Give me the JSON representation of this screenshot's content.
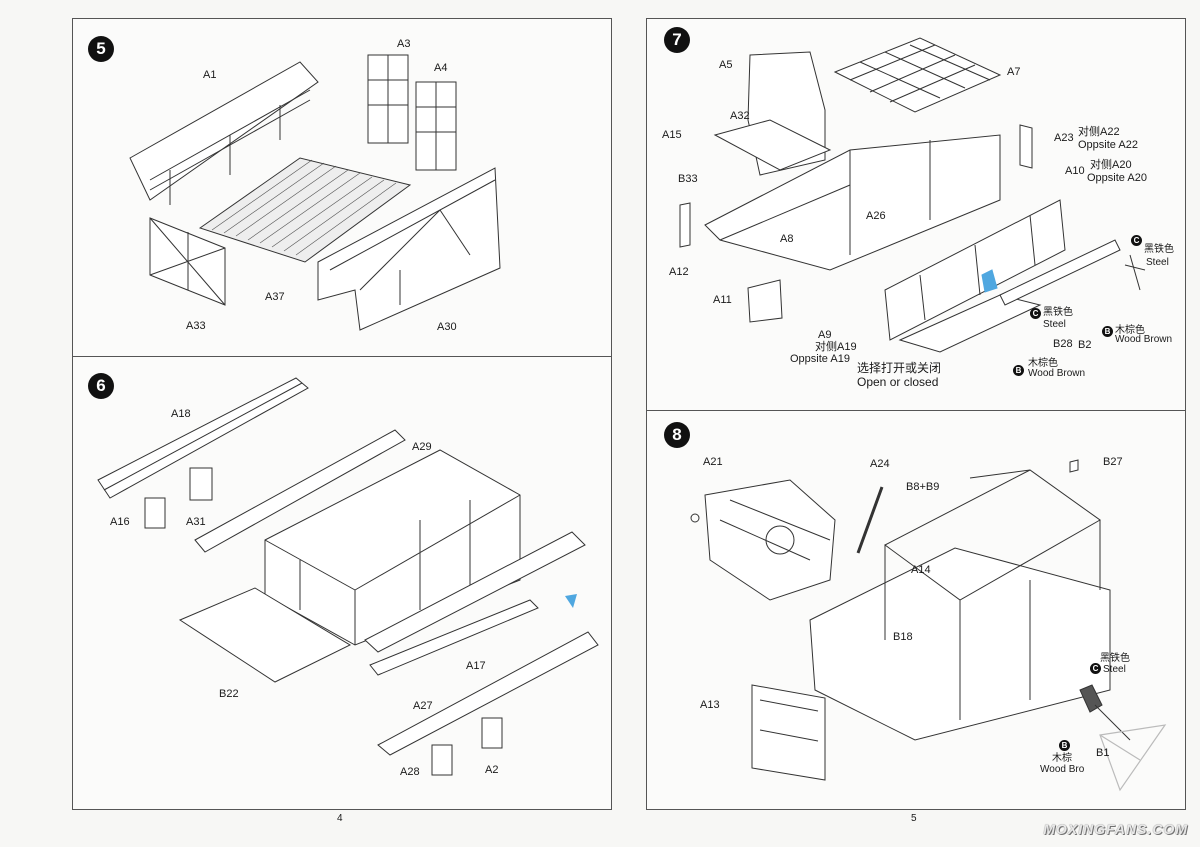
{
  "pages": {
    "left": "4",
    "right": "5"
  },
  "watermark": "MOXINGFANS.COM",
  "step5": {
    "num": "5",
    "labels": {
      "a1": "A1",
      "a3": "A3",
      "a4": "A4",
      "a33": "A33",
      "a37": "A37",
      "a30": "A30"
    }
  },
  "step6": {
    "num": "6",
    "labels": {
      "a18": "A18",
      "a16": "A16",
      "a31": "A31",
      "a29": "A29",
      "b22": "B22",
      "a17": "A17",
      "a27": "A27",
      "a28": "A28",
      "a2": "A2"
    }
  },
  "step7": {
    "num": "7",
    "labels": {
      "a5": "A5",
      "a7": "A7",
      "a15": "A15",
      "a32": "A32",
      "a23": "A23",
      "b33": "B33",
      "a10": "A10",
      "a12": "A12",
      "a26": "A26",
      "a8": "A8",
      "a11": "A11",
      "a9": "A9",
      "b28": "B28",
      "b2": "B2"
    },
    "notes": {
      "opp_a22_cn": "对侧A22",
      "opp_a22": "Oppsite A22",
      "opp_a20_cn": "对侧A20",
      "opp_a20": "Oppsite A20",
      "opp_a19_cn": "对侧A19",
      "opp_a19": "Oppsite A19",
      "open_cn": "选择打开或关闭",
      "open": "Open or closed"
    },
    "paints": [
      {
        "letter": "C",
        "cn": "黑铁色",
        "en": "Steel"
      },
      {
        "letter": "C",
        "cn": "黑铁色",
        "en": "Steel"
      },
      {
        "letter": "B",
        "cn": "木棕色",
        "en": "Wood Brown"
      },
      {
        "letter": "B",
        "cn": "木棕色",
        "en": "Wood Brown"
      }
    ]
  },
  "step8": {
    "num": "8",
    "labels": {
      "a21": "A21",
      "a24": "A24",
      "b8b9": "B8+B9",
      "b27": "B27",
      "a14": "A14",
      "b18": "B18",
      "a13": "A13",
      "b1x": "B1"
    },
    "paints": [
      {
        "letter": "C",
        "cn": "黑铁色",
        "en": "Steel"
      },
      {
        "letter": "B",
        "cn": "木棕",
        "en": "Wood Bro"
      }
    ]
  },
  "colors": {
    "ink": "#1a1a1a",
    "arrow_blue": "#4fa7e0",
    "panel_border": "#555555"
  }
}
